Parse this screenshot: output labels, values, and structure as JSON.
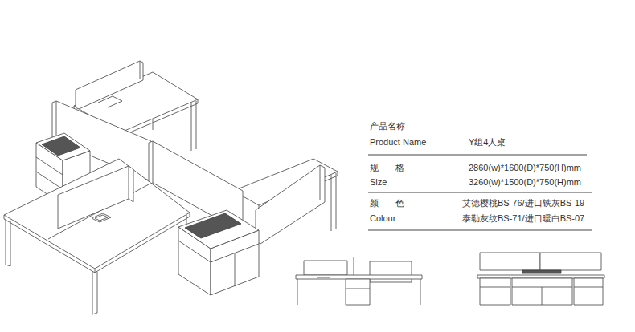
{
  "diagram": {
    "labels": [
      "产品名称",
      "Product Name",
      "Y组4人桌",
      "规 格",
      "Size",
      "2860(w)*1600(D)*750(H)mm",
      "3260(w)*1500(D)*750(H)mm",
      "颜 色",
      "Colour",
      "艾德樱桃BS-76/进口铁灰BS-19",
      "泰勒灰纹BS-71/进口暖白BS-07"
    ]
  }
}
